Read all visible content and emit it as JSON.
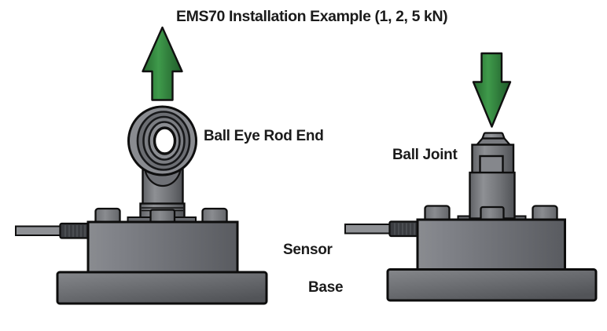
{
  "title": "EMS70 Installation Example (1, 2, 5 kN)",
  "diagram": {
    "left_assembly": {
      "attachment_label": "Ball Eye Rod End",
      "force_direction": "up"
    },
    "right_assembly": {
      "attachment_label": "Ball Joint",
      "force_direction": "down"
    },
    "component_labels": {
      "sensor": "Sensor",
      "base": "Base"
    }
  },
  "colors": {
    "background": "#ffffff",
    "arrow_green": "#2f7c3b",
    "metal_light": "#8a8c90",
    "metal_dark": "#595b60",
    "outline": "#0e0e0e",
    "text": "#1b1b1b"
  }
}
